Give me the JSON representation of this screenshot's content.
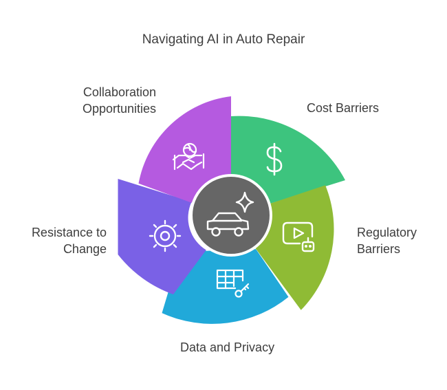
{
  "title": "Navigating AI in Auto Repair",
  "segments": [
    {
      "id": "cost",
      "lines": [
        "Cost Barriers"
      ],
      "color": "#3dc47e",
      "icon": "dollar-icon"
    },
    {
      "id": "regulatory",
      "lines": [
        "Regulatory",
        "Barriers"
      ],
      "color": "#8fbb35",
      "icon": "play-button-icon"
    },
    {
      "id": "data",
      "lines": [
        "Data and Privacy"
      ],
      "color": "#21a9d9",
      "icon": "table-key-icon"
    },
    {
      "id": "resistance",
      "lines": [
        "Resistance to",
        "Change"
      ],
      "color": "#7a61e6",
      "icon": "gear-icon"
    },
    {
      "id": "collaboration",
      "lines": [
        "Collaboration",
        "Opportunities"
      ],
      "color": "#b55ae0",
      "icon": "handshake-icon"
    }
  ],
  "center": {
    "color": "#666666",
    "icon": "car-icon",
    "accent_icon": "sparkle-icon"
  }
}
